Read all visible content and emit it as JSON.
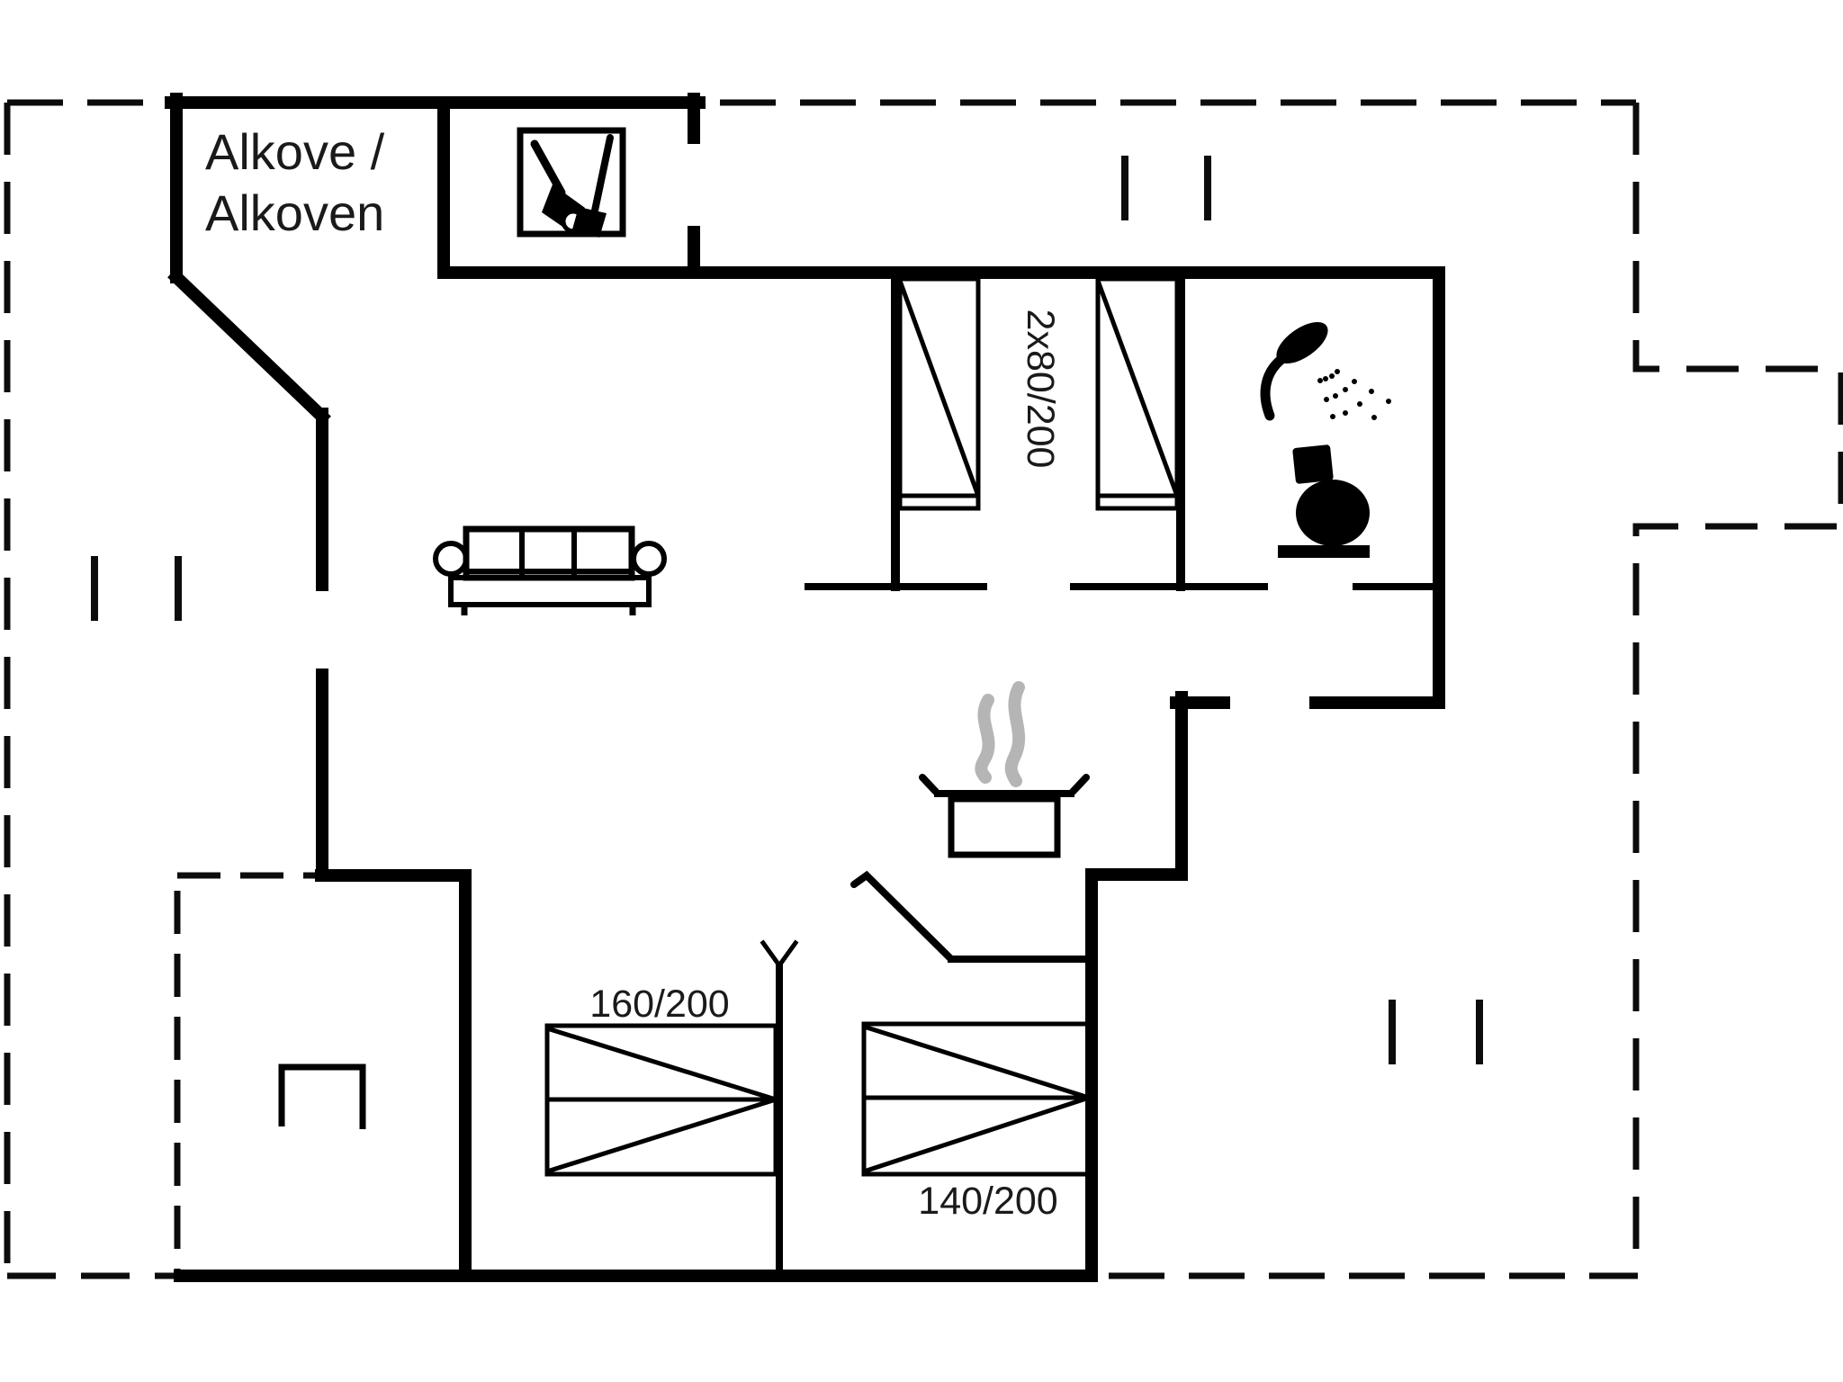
{
  "plan": {
    "background_color": "#ffffff",
    "wall_color": "#000000",
    "label_color": "#1a1a1a",
    "steam_color": "#b5b5b5",
    "room_label": {
      "line1": "Alkove /",
      "line2": "Alkoven"
    },
    "bed_labels": {
      "alcove_bunks": "2x80/200",
      "bedroom_left": "160/200",
      "bedroom_right": "140/200"
    },
    "icons": {
      "cleaning": "cleaning-equipment-icon",
      "shower": "shower-icon",
      "toilet": "toilet-icon",
      "cooking_pot": "cooking-pot-icon",
      "steam": "steam-icon",
      "sofa": "sofa-icon",
      "annex_furniture": "open-bench-icon"
    }
  }
}
